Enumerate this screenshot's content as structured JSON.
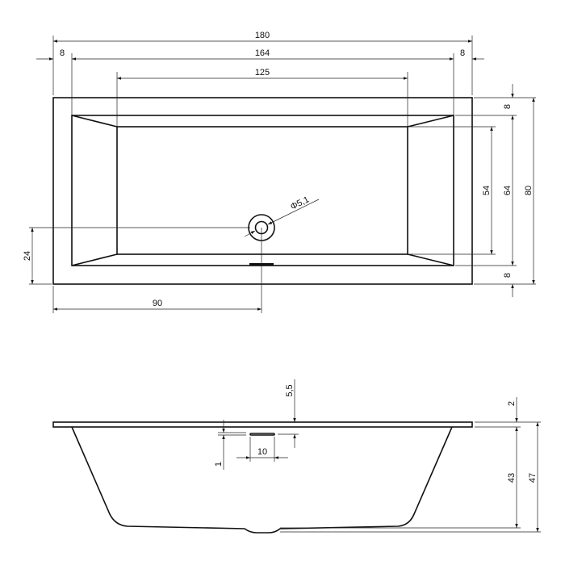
{
  "drawing": {
    "subject": "Rectangular bathtub technical drawing",
    "top_view": {
      "dims": {
        "overall_length": "180",
        "inner_length": "164",
        "rim_left": "8",
        "rim_right": "8",
        "basin_bottom_length": "125",
        "rim_top": "8",
        "rim_bottom": "8",
        "inner_width": "64",
        "overall_width": "80",
        "basin_bottom_width": "54",
        "drain_offset_y": "24",
        "drain_offset_x": "90",
        "drain_diameter": "Φ5,1"
      }
    },
    "side_view": {
      "dims": {
        "overflow_depth": "5,5",
        "rim_thickness": "2",
        "inner_depth": "43",
        "overall_height": "47",
        "overflow_width": "10",
        "overflow_offset": "1"
      }
    }
  }
}
